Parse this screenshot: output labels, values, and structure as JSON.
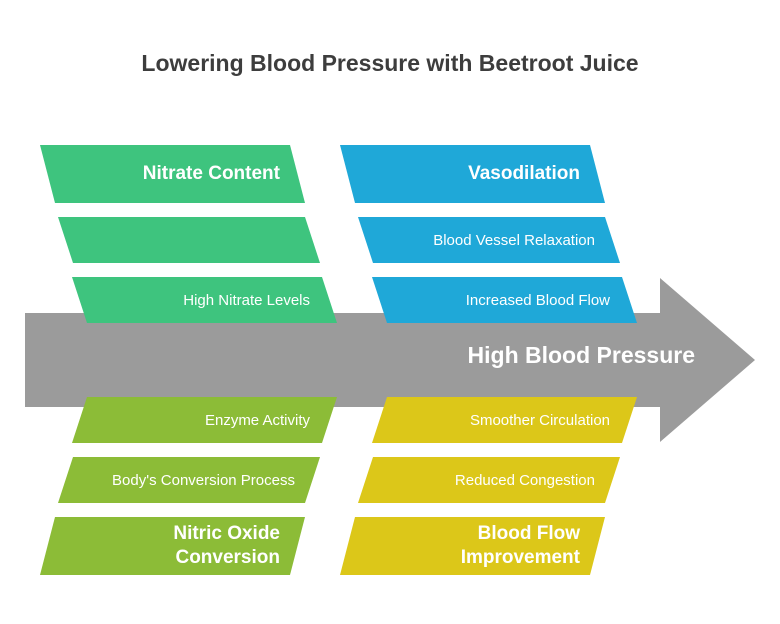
{
  "title": "Lowering Blood Pressure with Beetroot Juice",
  "spine_label": "High Blood Pressure",
  "colors": {
    "spine": "#9b9b9b",
    "nitrate": "#3ec47e",
    "vasodilation": "#1fa8d8",
    "nitric_oxide": "#8cbc37",
    "blood_flow": "#dcc719"
  },
  "categories": {
    "nitrate": {
      "label": "Nitrate Content",
      "items": [
        "",
        "High Nitrate Levels"
      ]
    },
    "vasodilation": {
      "label": "Vasodilation",
      "items": [
        "Blood Vessel Relaxation",
        "Increased Blood Flow"
      ]
    },
    "nitric_oxide": {
      "label": "Nitric Oxide Conversion",
      "items": [
        "Enzyme Activity",
        "Body's Conversion Process"
      ]
    },
    "blood_flow": {
      "label": "Blood Flow Improvement",
      "items": [
        "Smoother Circulation",
        "Reduced Congestion"
      ]
    }
  }
}
